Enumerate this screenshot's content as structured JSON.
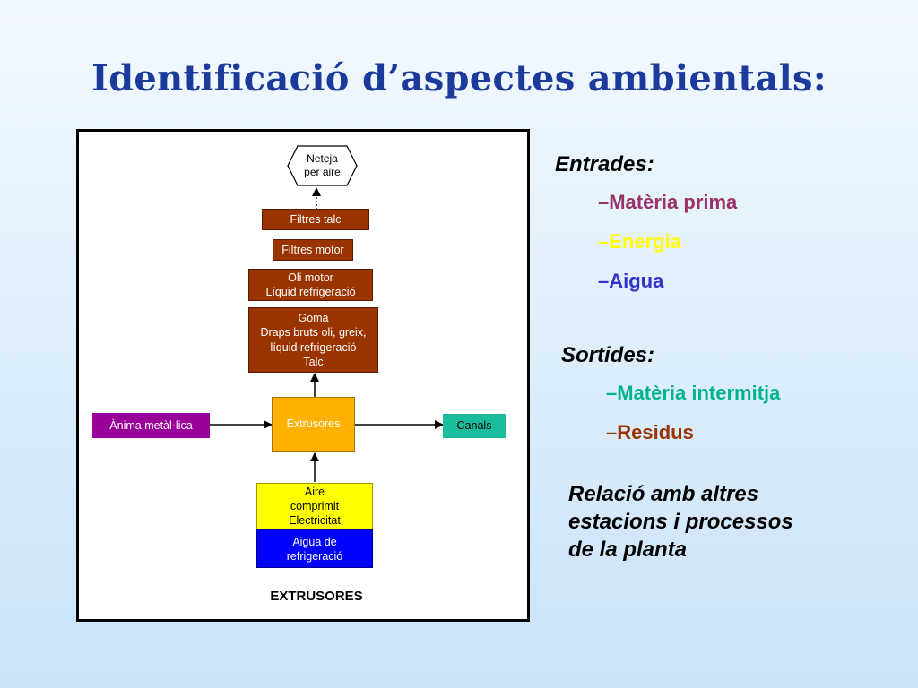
{
  "slide": {
    "title": "Identificació d’aspectes ambientals:"
  },
  "diagram": {
    "caption": "EXTRUSORES",
    "nodes": {
      "neteja": "Neteja\nper aire",
      "filtres_talc": "Filtres talc",
      "filtres_motor": "Filtres motor",
      "oli_motor": "Oli motor\nLíquid refrigeració",
      "goma": "Goma\nDraps bruts oli, greix,\nlíquid refrigeració\nTalc",
      "extrusores": "Extrusores",
      "anima": "Ànima metàl·lica",
      "canals": "Canals",
      "aire": "Aire\ncomprimit\nElectricitat",
      "aigua_ref": "Aigua de\nrefrigeració"
    },
    "colors": {
      "brown": "#993300",
      "purple": "#990099",
      "teal": "#1abc9c",
      "orange": "#ffb000",
      "yellow": "#ffff00",
      "blue": "#0000ff"
    }
  },
  "entrades": {
    "header": "Entrades:",
    "items": [
      {
        "label": "–Matèria prima",
        "color": "#993366"
      },
      {
        "label": "–Energia",
        "color": "#ffff00"
      },
      {
        "label": "–Aigua",
        "color": "#3333cc"
      }
    ]
  },
  "sortides": {
    "header": "Sortides:",
    "items": [
      {
        "label": "–Matèria intermitja",
        "color": "#00b38a"
      },
      {
        "label": "–Residus",
        "color": "#993300"
      }
    ]
  },
  "relacio": {
    "text": "Relació amb altres\nestacions i processos\nde la planta"
  }
}
